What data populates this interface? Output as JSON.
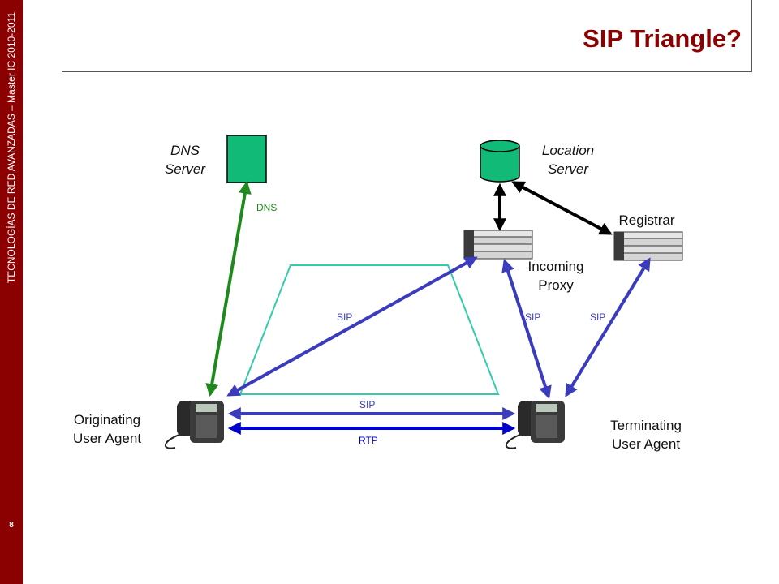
{
  "slide": {
    "sidebar_text": "TECNOLOGÍAS DE RED AVANZADAS – Master IC 2010-2011",
    "page_number": "8",
    "title": "SIP Triangle?"
  },
  "nodes": {
    "dns_server": {
      "line1": "DNS",
      "line2": "Server"
    },
    "location_server": {
      "line1": "Location",
      "line2": "Server"
    },
    "registrar": {
      "label": "Registrar"
    },
    "incoming_proxy": {
      "line1": "Incoming",
      "line2": "Proxy"
    },
    "originating_ua": {
      "line1": "Originating",
      "line2": "User Agent"
    },
    "terminating_ua": {
      "line1": "Terminating",
      "line2": "User Agent"
    }
  },
  "edges": {
    "dns": "DNS",
    "sip_origin_proxy": "SIP",
    "sip_proxy_term": "SIP",
    "sip_registrar_term": "SIP",
    "sip_direct": "SIP",
    "rtp": "RTP"
  },
  "colors": {
    "sidebar": "#8b0000",
    "title": "#8b0000",
    "sip": "#3b3bbd",
    "dns": "#1e8a1e",
    "server": "#11bb77",
    "trapezoid": "#33ccaa",
    "rtp": "#0000cc"
  }
}
